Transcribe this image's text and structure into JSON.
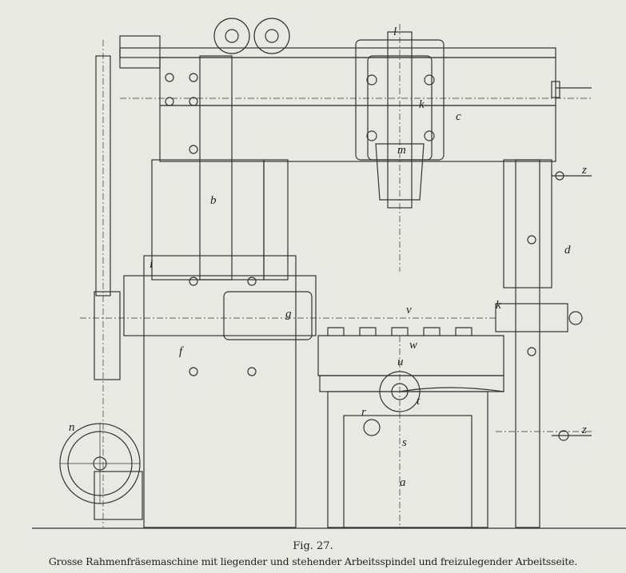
{
  "figure": {
    "number_label": "Fig. 27.",
    "caption": "Grosse Rahmenfräsemaschine mit liegender und stehender Arbeitsspindel und freizulegender Arbeitsseite.",
    "part_labels": {
      "l": "l",
      "k_top": "k",
      "c": "c",
      "m": "m",
      "b": "b",
      "i": "i",
      "g": "g",
      "f": "f",
      "d": "d",
      "z_top": "z",
      "z_bottom": "z",
      "k_right": "k",
      "v": "v",
      "w": "w",
      "u": "u",
      "t": "t",
      "r": "r",
      "s": "s",
      "a": "a",
      "n": "n"
    }
  }
}
